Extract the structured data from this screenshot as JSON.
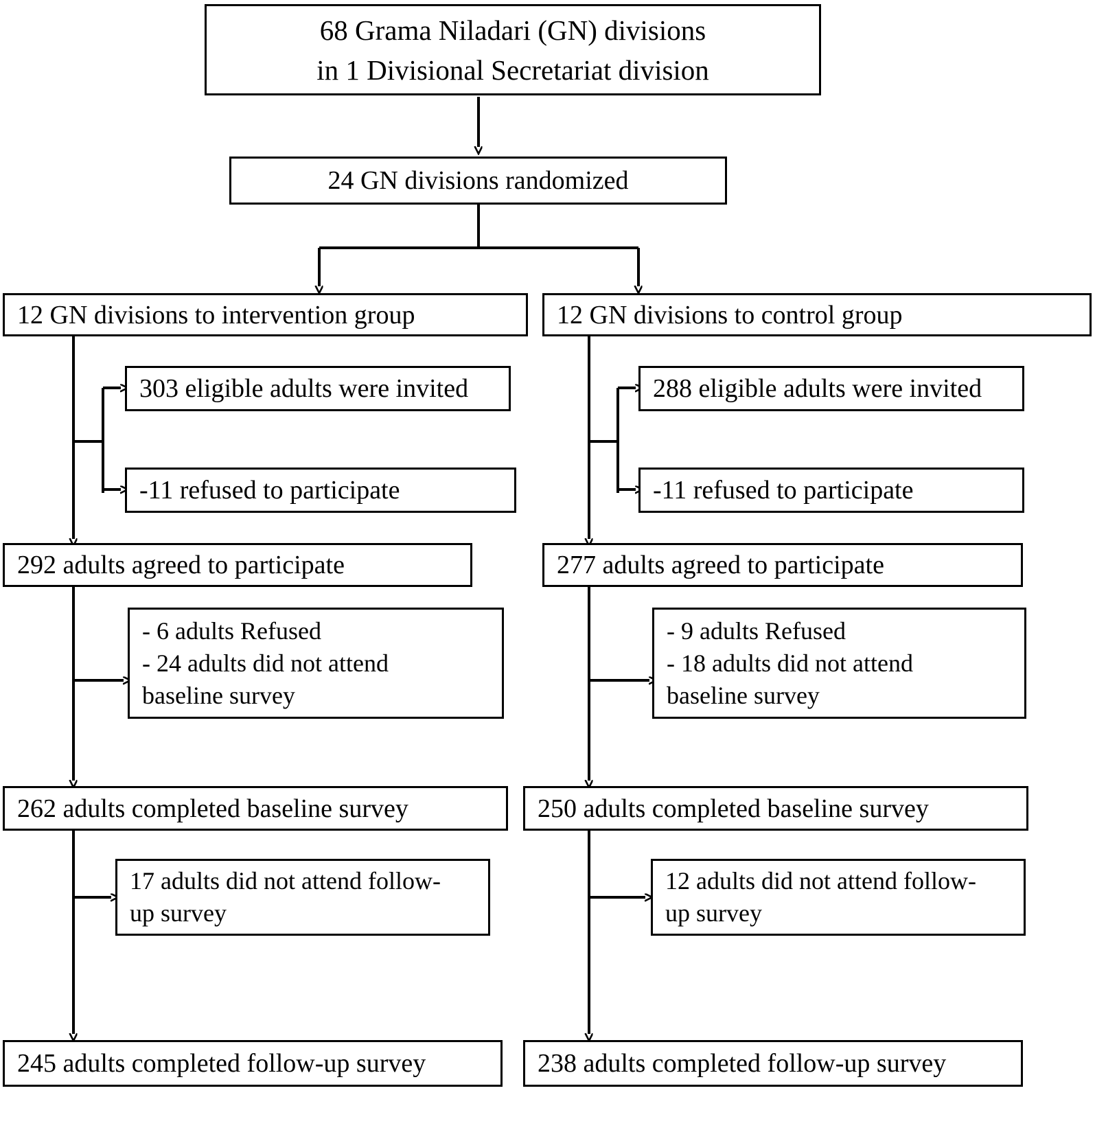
{
  "diagram": {
    "type": "consort-flow-diagram",
    "title_box": {
      "lines": [
        "68 Grama Niladari (GN) divisions",
        "in 1 Divisional Secretariat division"
      ]
    },
    "randomized_box": {
      "label": "24 GN divisions randomized"
    },
    "arms": [
      {
        "key": "intervention",
        "allocation": "12 GN divisions to intervention group",
        "invited": "303 eligible adults were invited",
        "refused_invite": "-11 refused to participate",
        "agreed": "292 adults agreed to participate",
        "baseline_losses": [
          "- 6 adults Refused",
          "- 24 adults did not attend",
          "baseline survey"
        ],
        "baseline_completed": "262 adults completed baseline survey",
        "followup_losses": [
          "17 adults did not attend follow-",
          "up survey"
        ],
        "followup_completed": "245 adults completed follow-up survey"
      },
      {
        "key": "control",
        "allocation": "12 GN divisions to control group",
        "invited": "288 eligible adults were invited",
        "refused_invite": "-11 refused to participate",
        "agreed": "277 adults agreed to participate",
        "baseline_losses": [
          "- 9 adults Refused",
          "- 18 adults did not attend",
          "baseline survey"
        ],
        "baseline_completed": "250 adults completed baseline survey",
        "followup_losses": [
          "12 adults did not attend follow-",
          "up survey"
        ],
        "followup_completed": "238 adults completed follow-up survey"
      }
    ],
    "colors": {
      "stroke": "#000000",
      "background": "#ffffff",
      "text": "#000000"
    }
  }
}
